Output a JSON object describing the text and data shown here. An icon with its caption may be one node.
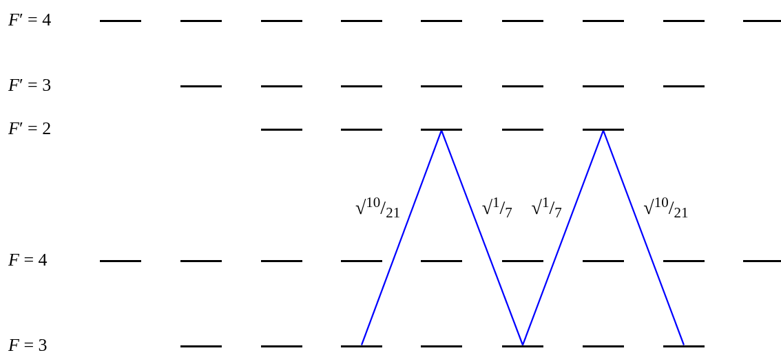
{
  "diagram": {
    "nodes": [
      {
        "text": [],
        "shape": "bar"
      },
      {
        "text": [],
        "shape": "bar"
      },
      {
        "text": [],
        "shape": "bar"
      },
      {
        "text": [],
        "shape": "bar"
      },
      {
        "text": [],
        "shape": "bar"
      },
      {
        "text": [],
        "shape": "bar"
      },
      {
        "text": [],
        "shape": "bar"
      },
      {
        "text": [],
        "shape": "bar"
      },
      {
        "text": [],
        "shape": "bar"
      },
      {
        "text": [],
        "shape": "bar"
      },
      {
        "text": [],
        "shape": "bar"
      },
      {
        "text": [],
        "shape": "bar"
      },
      {
        "text": [],
        "shape": "bar"
      },
      {
        "text": [],
        "shape": "bar"
      },
      {
        "text": [],
        "shape": "bar"
      },
      {
        "text": [],
        "shape": "bar"
      },
      {
        "text": [],
        "shape": "bar"
      },
      {
        "text": [],
        "shape": "bar"
      },
      {
        "text": [],
        "shape": "bar"
      },
      {
        "text": [],
        "shape": "bar"
      },
      {
        "text": [],
        "shape": "bar"
      },
      {
        "text": [],
        "shape": "bar"
      },
      {
        "text": [],
        "shape": "bar"
      },
      {
        "text": [],
        "shape": "bar"
      },
      {
        "text": [],
        "shape": "bar"
      },
      {
        "text": [],
        "shape": "bar"
      },
      {
        "text": [],
        "shape": "bar"
      },
      {
        "text": [],
        "shape": "bar"
      },
      {
        "text": [],
        "shape": "bar"
      },
      {
        "text": [],
        "shape": "bar"
      },
      {
        "text": [],
        "shape": "bar"
      },
      {
        "text": [],
        "shape": "bar"
      },
      {
        "text": [],
        "shape": "bar"
      },
      {
        "text": [],
        "shape": "bar"
      },
      {
        "text": [],
        "shape": "bar"
      },
      {
        "text": [],
        "shape": "bar"
      },
      {
        "text": [],
        "shape": "bar"
      }
    ],
    "edges": [
      {
        "from": 32,
        "to": 18,
        "arrow": "none",
        "label": "√$^{10}$/$_{21}$"
      },
      {
        "from": 18,
        "to": 34,
        "arrow": "none",
        "label": "√$^{1}$/$_{7}$"
      },
      {
        "from": 34,
        "to": 20,
        "arrow": "none",
        "label": "√$^{1}$/$_{7}$"
      },
      {
        "from": 20,
        "to": 36,
        "arrow": "none",
        "label": "√$^{10}$/$_{21}$"
      }
    ],
    "labels": [
      "*F*′ = 4",
      "*F*′ = 3",
      "*F*′ = 2",
      "*F* = 4",
      "*F* = 3"
    ]
  }
}
